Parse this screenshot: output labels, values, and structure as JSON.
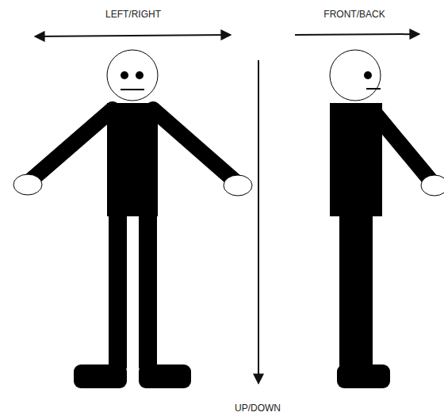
{
  "diagram": {
    "labels": [
      "LEFT/RIGHT",
      "FRONT/BACK",
      "UP/DOWN"
    ]
  }
}
